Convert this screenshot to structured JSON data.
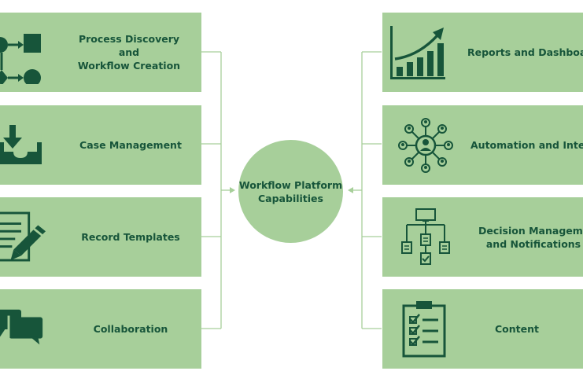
{
  "center": {
    "line1": "Workflow Platform",
    "line2": "Capabilities"
  },
  "left_cards": [
    {
      "lines": [
        "Process Discovery",
        "and",
        "Workflow Creation"
      ],
      "icon": "process-flow-icon"
    },
    {
      "lines": [
        "Case Management"
      ],
      "icon": "inbox-download-icon"
    },
    {
      "lines": [
        "Record Templates"
      ],
      "icon": "document-pencil-icon"
    },
    {
      "lines": [
        "Collaboration"
      ],
      "icon": "chat-bubbles-icon"
    }
  ],
  "right_cards": [
    {
      "lines": [
        "Reports and Dashboards"
      ],
      "icon": "growth-chart-icon"
    },
    {
      "lines": [
        "Automation and Integrations"
      ],
      "icon": "network-people-icon"
    },
    {
      "lines": [
        "Decision Management",
        "and Notifications"
      ],
      "icon": "decision-tree-icon"
    },
    {
      "lines": [
        "Content"
      ],
      "icon": "checklist-clipboard-icon"
    }
  ],
  "colors": {
    "card": "#a7cf9a",
    "dark": "#17553a",
    "line": "#a7cf9a"
  }
}
